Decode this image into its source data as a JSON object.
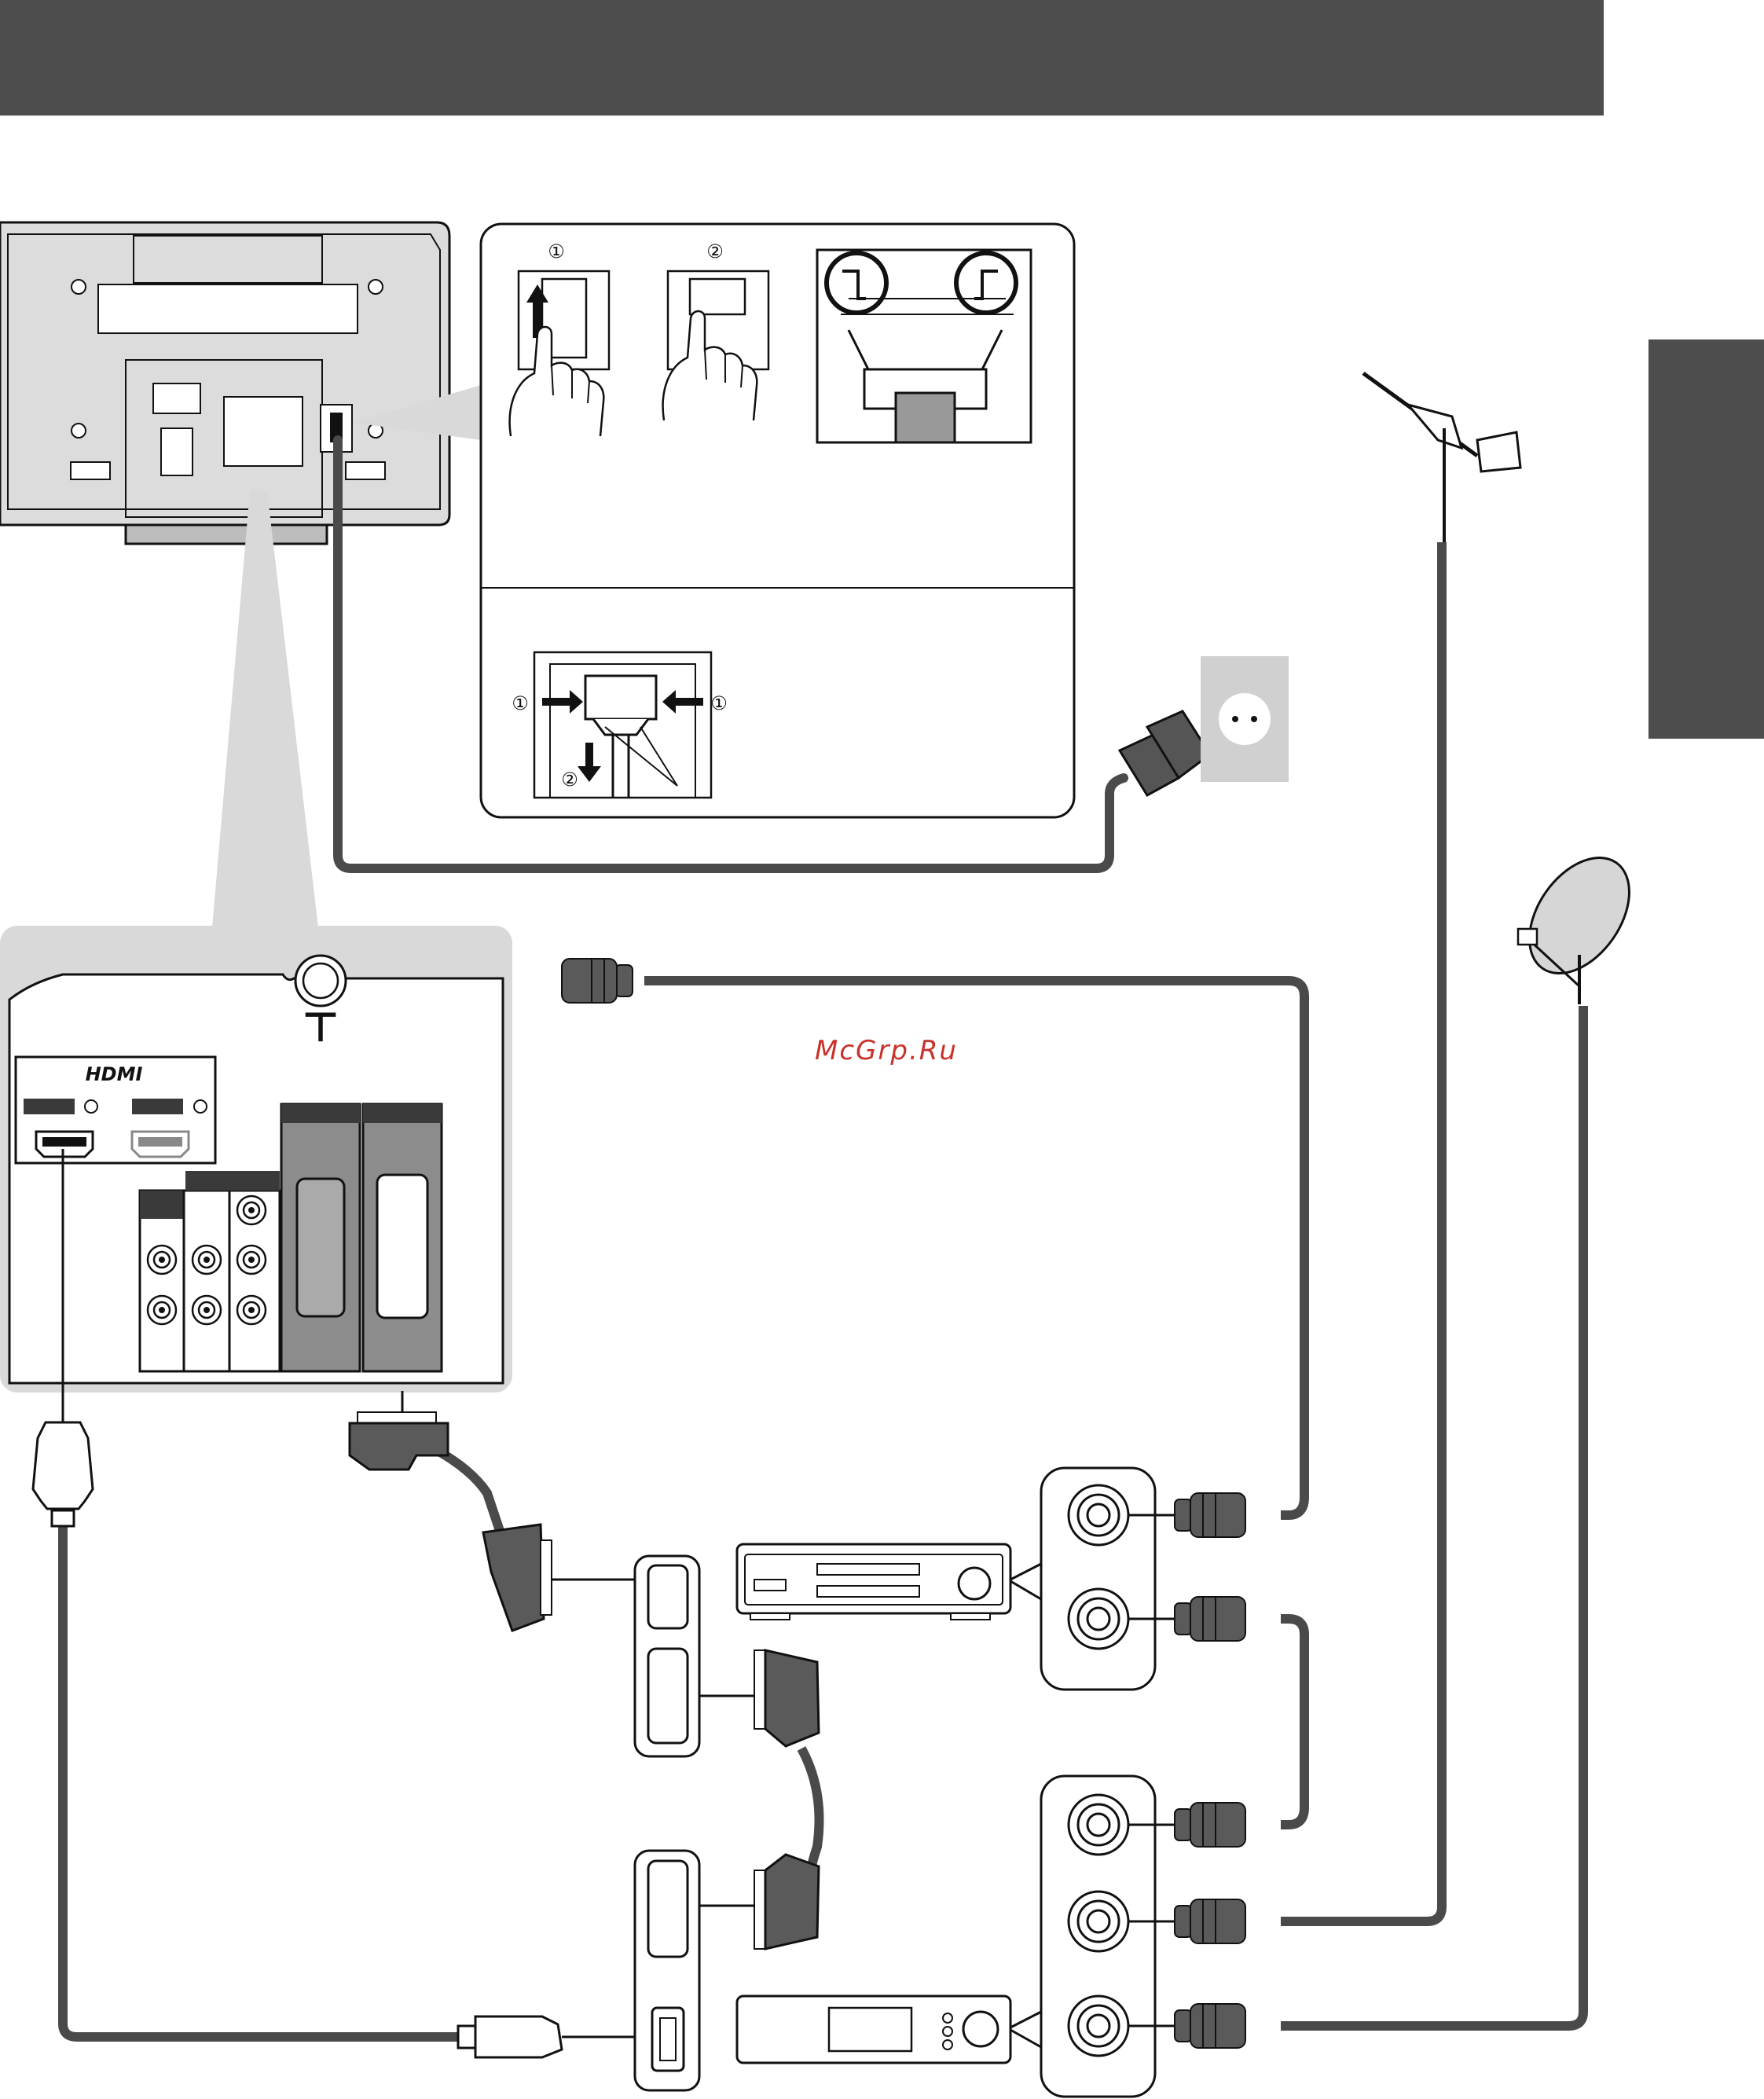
{
  "watermark": {
    "text": "McGrp.Ru",
    "color": "#c8332b"
  },
  "labels": {
    "hdmi": "HDMI",
    "aerial_symbol": "⊤",
    "step1": "①",
    "step2": "②"
  },
  "colors": {
    "header_bar": "#4d4d4d",
    "side_tab": "#4d4d4d",
    "cable": "#4a4a4a",
    "panel_fill": "#d9d9d9",
    "scart_block": "#8c8c8c",
    "stroke": "#1a1a1a"
  },
  "icons": [
    "tv-back-icon",
    "mains-plug-icon",
    "wall-socket-icon",
    "aerial-icon",
    "satellite-dish-icon",
    "vcr-icon",
    "set-top-box-icon",
    "scart-plug-icon",
    "hdmi-plug-icon",
    "rf-plug-icon",
    "hand-icon",
    "arrow-icon"
  ]
}
